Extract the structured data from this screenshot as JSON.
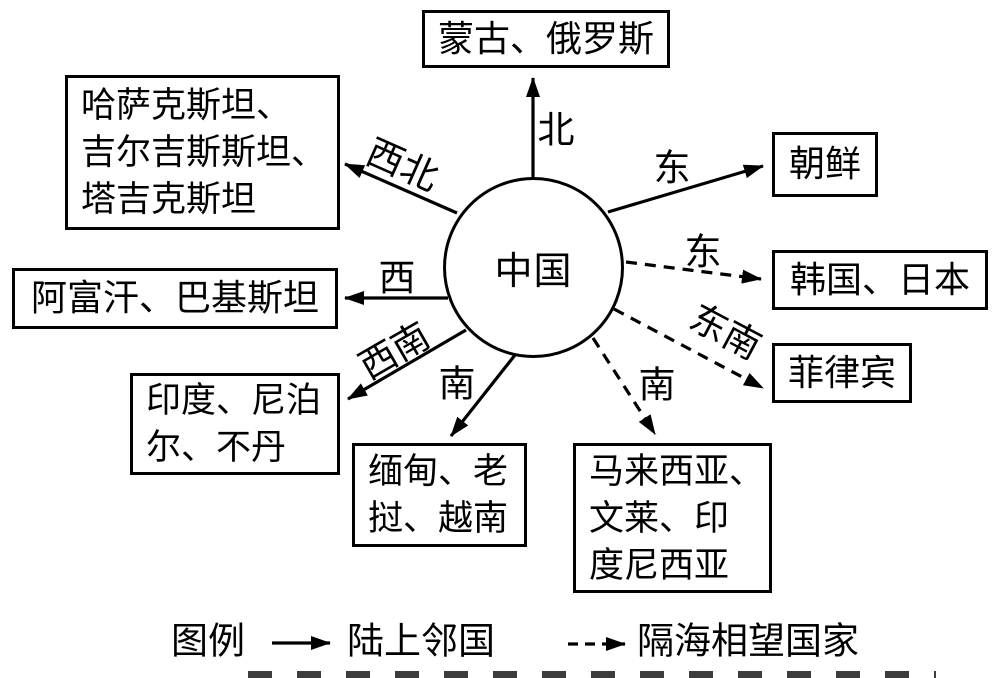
{
  "diagram": {
    "center_label": "中国",
    "nodes": [
      {
        "direction": "north",
        "connector": "solid",
        "label": "蒙古、俄罗斯"
      },
      {
        "direction": "northwest",
        "connector": "solid",
        "label": "哈萨克斯坦、\n吉尔吉斯斯坦、\n塔吉克斯坦"
      },
      {
        "direction": "east",
        "connector": "solid",
        "label": "朝鲜"
      },
      {
        "direction": "east",
        "connector": "dashed",
        "label": "韩国、日本"
      },
      {
        "direction": "southeast",
        "connector": "dashed",
        "label": "菲律宾"
      },
      {
        "direction": "west",
        "connector": "solid",
        "label": "阿富汗、巴基斯坦"
      },
      {
        "direction": "southwest",
        "connector": "solid",
        "label": "印度、尼泊\n尔、不丹"
      },
      {
        "direction": "south",
        "connector": "solid",
        "label": "缅甸、老\n挝、越南"
      },
      {
        "direction": "south",
        "connector": "dashed",
        "label": "马来西亚、\n文莱、印\n度尼西亚"
      }
    ],
    "direction_labels": {
      "north": "北",
      "northwest": "西北",
      "east_land": "东",
      "east_sea": "东",
      "southeast": "东南",
      "west": "西",
      "southwest": "西南",
      "south_land": "南",
      "south_sea": "南"
    }
  },
  "legend": {
    "title": "图例",
    "solid_label": "陆上邻国",
    "dashed_label": "隔海相望国家"
  },
  "colors": {
    "ink": "#000000",
    "background": "#ffffff"
  }
}
